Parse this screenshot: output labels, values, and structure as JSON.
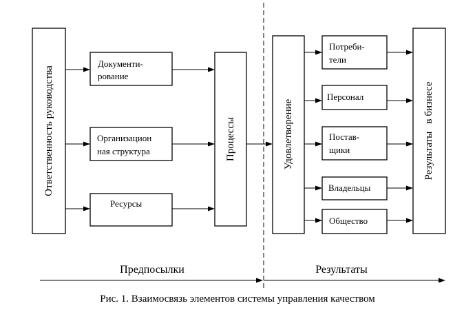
{
  "left_box": {
    "label": "Ответственность  руководства"
  },
  "inputs": [
    {
      "lines": [
        "Документи-",
        "рование"
      ]
    },
    {
      "lines": [
        "Организацион",
        "ная структура"
      ]
    },
    {
      "lines": [
        "Ресурсы"
      ]
    }
  ],
  "processes_box": {
    "label": "Процессы"
  },
  "satisfaction_box": {
    "label": "Удовлетворение"
  },
  "stakeholders": [
    {
      "lines": [
        "Потреби-",
        "тели"
      ]
    },
    {
      "lines": [
        "Персонал"
      ]
    },
    {
      "lines": [
        "Постав-",
        "щики"
      ]
    },
    {
      "lines": [
        "Владельцы"
      ]
    },
    {
      "lines": [
        "Общество"
      ]
    }
  ],
  "results_box": {
    "label": "Результаты   в бизнесе"
  },
  "bottom_labels": {
    "left": "Предпосылки",
    "right": "Результаты"
  },
  "caption": "Рис. 1. Взаимосвязь элементов системы управления качеством"
}
